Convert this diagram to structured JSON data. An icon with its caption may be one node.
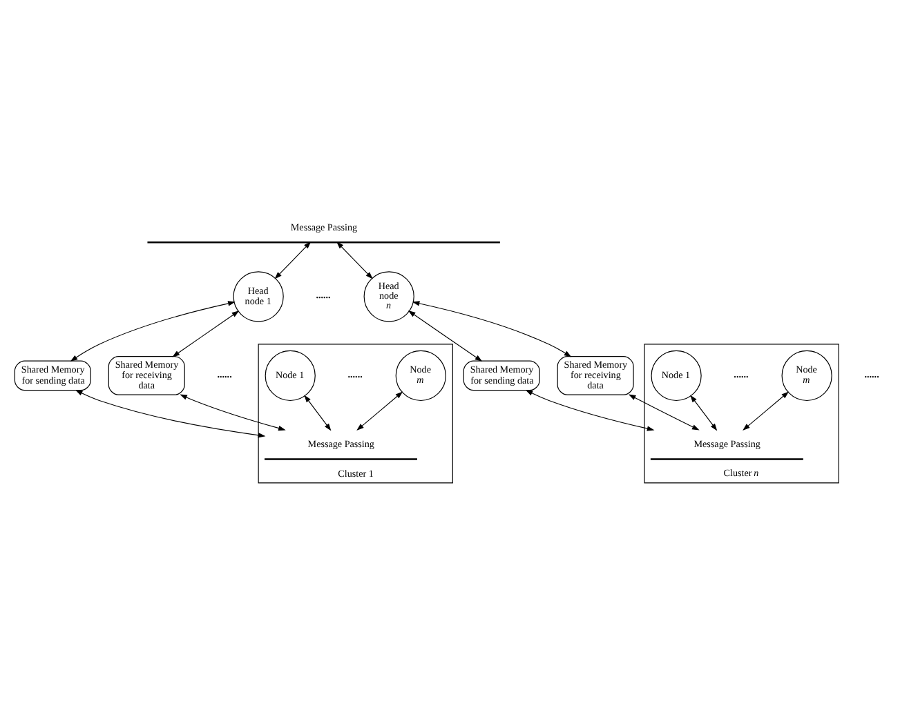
{
  "diagram": {
    "nodes": [
      {
        "text": [
          "Message Passing"
        ]
      },
      {
        "text": [
          "Head node 1"
        ]
      },
      {
        "text": [
          "Head node *n*"
        ]
      },
      {
        "text": [
          "Shared Memory for receiving data"
        ]
      },
      {
        "text": [
          "Shared Memory for sending data"
        ]
      },
      {
        "text": [
          "Shared Memory for receiving data"
        ]
      },
      {
        "text": [
          "Shared Memory for sending data"
        ]
      },
      {
        "text": [
          "Cluster 1"
        ]
      },
      {
        "text": [
          "Node 1"
        ],
        "in": 7
      },
      {
        "text": [
          "Node *m*"
        ],
        "in": 7
      },
      {
        "text": [
          "Message Passing"
        ],
        "in": 7
      },
      {
        "text": [
          "Cluster *n*"
        ]
      },
      {
        "text": [
          "Node 1"
        ],
        "in": 11
      },
      {
        "text": [
          "Node *m*"
        ],
        "in": 11
      },
      {
        "text": [
          "Message Passing"
        ],
        "in": 11
      }
    ],
    "edges": [
      {
        "from": 0,
        "to": 1,
        "arrow": "both"
      },
      {
        "from": 0,
        "to": 2,
        "arrow": "both"
      },
      {
        "from": 1,
        "to": 3,
        "arrow": "both"
      },
      {
        "from": 1,
        "to": 4,
        "arrow": "both"
      },
      {
        "from": 2,
        "to": 5,
        "arrow": "both"
      },
      {
        "from": 2,
        "to": 6,
        "arrow": "both"
      },
      {
        "from": 3,
        "to": 10,
        "arrow": "both"
      },
      {
        "from": 4,
        "to": 10,
        "arrow": "both"
      },
      {
        "from": 5,
        "to": 14,
        "arrow": "both"
      },
      {
        "from": 6,
        "to": 14,
        "arrow": "both"
      },
      {
        "from": 8,
        "to": 10,
        "arrow": "both"
      },
      {
        "from": 9,
        "to": 10,
        "arrow": "both"
      },
      {
        "from": 12,
        "to": 14,
        "arrow": "both"
      },
      {
        "from": 13,
        "to": 14,
        "arrow": "both"
      }
    ],
    "labels": [
      "......",
      "......",
      "......",
      "......",
      "......"
    ]
  }
}
